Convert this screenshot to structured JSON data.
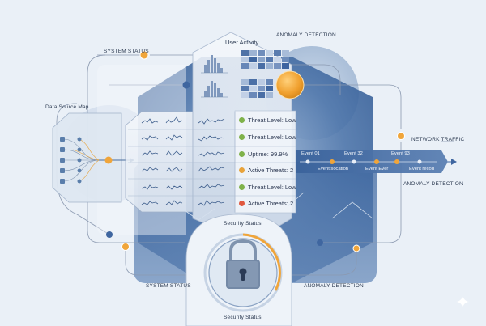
{
  "labels": {
    "system_status_top": "SYSTEM STATUS",
    "anomaly_detection_top": "ANOMALY DETECTION",
    "user_activity": "User Activity",
    "data_source_map": "Data Source Map",
    "network_traffic": "NETWORK TRAFFIC",
    "anomaly_detection_right": "ANOMALY DETECTION",
    "system_status_bottom": "SYSTEM STATUS",
    "anomaly_detection_bottom": "ANOMALY DETECTION",
    "security_status_top": "Security Status",
    "security_status_bottom": "Security Status"
  },
  "status_items": [
    {
      "text": "Threat Level: Low",
      "color": "#7fb24a"
    },
    {
      "text": "Threat Level: Low",
      "color": "#7fb24a"
    },
    {
      "text": "Uptime: 99.9%",
      "color": "#7fb24a"
    },
    {
      "text": "Active Threats: 2",
      "color": "#e8a33a"
    },
    {
      "text": "Threat Level: Low",
      "color": "#7fb24a"
    },
    {
      "text": "Active Threats: 2",
      "color": "#e0583f"
    }
  ],
  "timeline_events": {
    "top": [
      "Event 01",
      "Event 32",
      "Event 93"
    ],
    "bottom": [
      "Event socation",
      "Event Ever",
      "Event recod"
    ]
  },
  "colors": {
    "accent_orange": "#f0a53a",
    "panel_blue": "#2f5a93",
    "line_gray": "#8b99b0",
    "ok_green": "#7fb24a",
    "alert_red": "#e0583f"
  }
}
